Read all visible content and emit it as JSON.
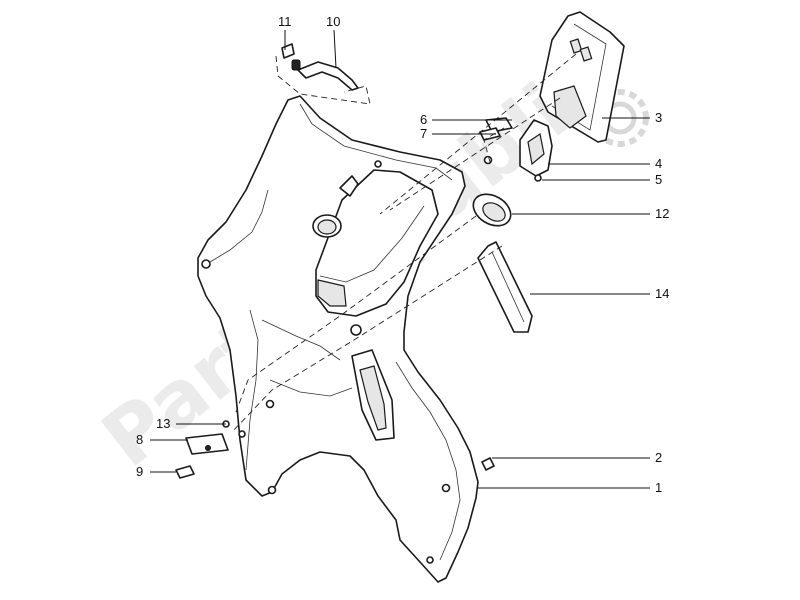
{
  "watermark": {
    "text": "PartsRepublik"
  },
  "callouts": {
    "c1": "1",
    "c2": "2",
    "c3": "3",
    "c4": "4",
    "c5": "5",
    "c6": "6",
    "c7": "7",
    "c8": "8",
    "c9": "9",
    "c10": "10",
    "c11": "11",
    "c12": "12",
    "c13": "13",
    "c14": "14"
  },
  "icons": {
    "watermark_logo": "gear-icon"
  }
}
